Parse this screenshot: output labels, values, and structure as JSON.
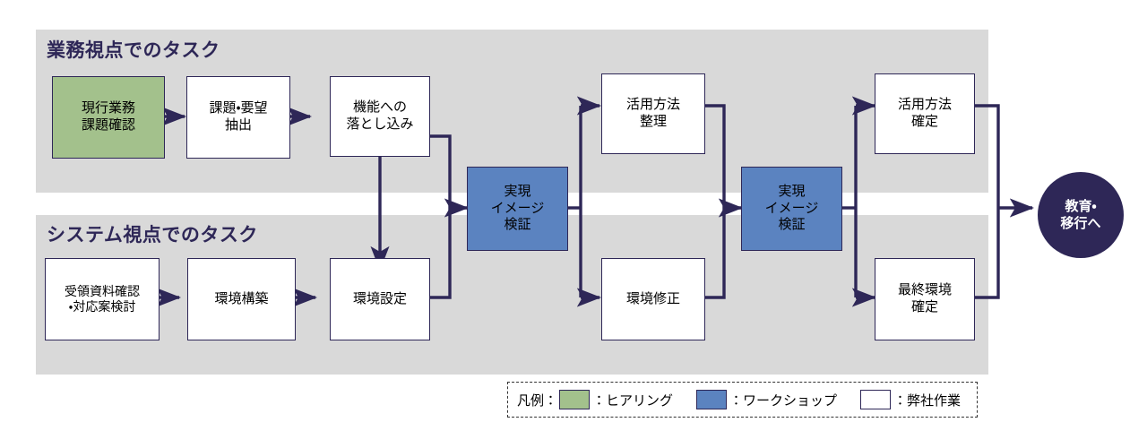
{
  "lanes": [
    {
      "id": "business",
      "title": "業務視点でのタスク"
    },
    {
      "id": "system",
      "title": "システム視点でのタスク"
    }
  ],
  "nodes": {
    "current_issue": {
      "label": "現行業務\n課題確認",
      "type": "hearing"
    },
    "issue_extract": {
      "label": "課題・要望\n抽出",
      "type": "company"
    },
    "feature_mapping": {
      "label": "機能への\n落とし込み",
      "type": "company"
    },
    "workshop_1": {
      "label": "実現\nイメージ\n検証",
      "type": "workshop"
    },
    "usage_arrange": {
      "label": "活用方法\n整理",
      "type": "company"
    },
    "workshop_2": {
      "label": "実現\nイメージ\n検証",
      "type": "workshop"
    },
    "usage_fix": {
      "label": "活用方法\n確定",
      "type": "company"
    },
    "doc_review": {
      "label": "受領資料確認\n・対応案検討",
      "type": "company"
    },
    "env_build": {
      "label": "環境構築",
      "type": "company"
    },
    "env_config": {
      "label": "環境設定",
      "type": "company"
    },
    "env_fix": {
      "label": "環境修正",
      "type": "company"
    },
    "env_final": {
      "label": "最終環境\n確定",
      "type": "company"
    },
    "next_phase": {
      "label": "教育・\n移行へ",
      "type": "terminator"
    }
  },
  "legend": {
    "title": "凡例：",
    "items": [
      {
        "swatch": "green",
        "text": "：ヒアリング"
      },
      {
        "swatch": "blue",
        "text": "：ワークショップ"
      },
      {
        "swatch": "white",
        "text": "：弊社作業"
      }
    ]
  },
  "colors": {
    "hearing": "#a3c18c",
    "workshop": "#5b83c0",
    "company": "#ffffff",
    "terminator": "#2e2757",
    "line": "#2e2757",
    "band": "#d9d9d9"
  }
}
